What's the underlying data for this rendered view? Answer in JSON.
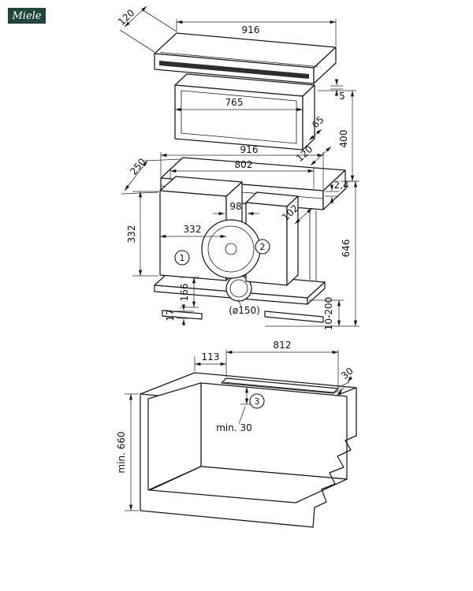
{
  "brand": {
    "name": "Miele"
  },
  "colors": {
    "line": "#1a1a1a",
    "logo_bg": "#20453a",
    "logo_text": "#ffffff",
    "glass_panel": "#2d2d2d"
  },
  "top_view": {
    "callouts": {
      "motor": "1",
      "blower": "2"
    },
    "dims": {
      "canopy_depth": "120",
      "canopy_width": "916",
      "glass_gap": "5",
      "glass_width": "765",
      "canopy_side": "65",
      "lift_height": "400",
      "body_width": "916",
      "inner_width": "802",
      "body_depth": "120",
      "housing_depth": "250",
      "panel_gap": "2,4",
      "outlet_offset": "98",
      "housing_height": "332",
      "housing_width": "332",
      "blower_depth": "102",
      "plate_offset": "166",
      "bracket_thickness": "17",
      "duct_diameter": "(ø150)",
      "plinth_range": "10-200",
      "total_height": "646"
    }
  },
  "bottom_view": {
    "callouts": {
      "cabinet": "3"
    },
    "dims": {
      "cutout_width": "812",
      "cutout_offset": "113",
      "cutout_depth": "30",
      "front_clearance": "min. 30",
      "cabinet_height": "min. 660"
    }
  }
}
